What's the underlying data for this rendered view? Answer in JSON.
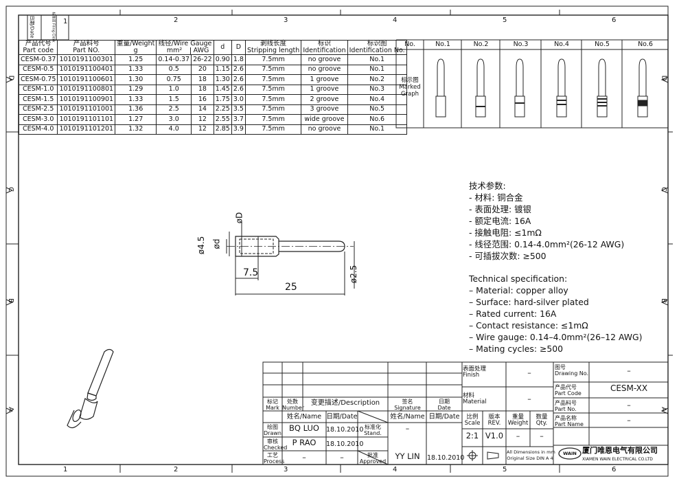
{
  "zone_columns": [
    "1",
    "2",
    "3",
    "4",
    "5",
    "6"
  ],
  "zone_rows": [
    "D",
    "C",
    "B",
    "A"
  ],
  "stamp": {
    "date_label": "日期/Date",
    "filing_label": "标准员 Filing Clerk"
  },
  "table": {
    "headers": [
      {
        "cn": "产品代号",
        "en": "Part code"
      },
      {
        "cn": "产品料号",
        "en": "Part NO."
      },
      {
        "cn": "重量/Weight",
        "en": "g"
      },
      {
        "cn": "线径/Wire Gauge",
        "en": "mm²",
        "en2": "AWG"
      },
      {
        "cn": "",
        "en": "d"
      },
      {
        "cn": "",
        "en": "D"
      },
      {
        "cn": "剥线长度",
        "en": "Stripping length"
      },
      {
        "cn": "标识",
        "en": "Identification"
      },
      {
        "cn": "标识图",
        "en": "Identification No."
      }
    ],
    "rows": [
      [
        "CESM-0.37",
        "1010191100301",
        "1.25",
        "0.14-0.37",
        "26-22",
        "0.90",
        "1.8",
        "7.5mm",
        "no groove",
        "No.1"
      ],
      [
        "CESM-0.5",
        "1010191100401",
        "1.33",
        "0.5",
        "20",
        "1.15",
        "2.6",
        "7.5mm",
        "no groove",
        "No.1"
      ],
      [
        "CESM-0.75",
        "1010191100601",
        "1.30",
        "0.75",
        "18",
        "1.30",
        "2.6",
        "7.5mm",
        "1 groove",
        "No.2"
      ],
      [
        "CESM-1.0",
        "1010191100801",
        "1.29",
        "1.0",
        "18",
        "1.45",
        "2.6",
        "7.5mm",
        "1 groove",
        "No.3"
      ],
      [
        "CESM-1.5",
        "1010191100901",
        "1.33",
        "1.5",
        "16",
        "1.75",
        "3.0",
        "7.5mm",
        "2 groove",
        "No.4"
      ],
      [
        "CESM-2.5",
        "1010191101001",
        "1.36",
        "2.5",
        "14",
        "2.25",
        "3.5",
        "7.5mm",
        "3 groove",
        "No.5"
      ],
      [
        "CESM-3.0",
        "1010191101101",
        "1.27",
        "3.0",
        "12",
        "2.55",
        "3.7",
        "7.5mm",
        "wide groove",
        "No.6"
      ],
      [
        "CESM-4.0",
        "1010191101201",
        "1.32",
        "4.0",
        "12",
        "2.85",
        "3.9",
        "7.5mm",
        "no groove",
        "No.1"
      ]
    ]
  },
  "graph": {
    "no_label": "No.",
    "columns": [
      "No.1",
      "No.2",
      "No.3",
      "No.4",
      "No.5",
      "No.6"
    ],
    "marked_cn": "标示图",
    "marked_en1": "Marked",
    "marked_en2": "Graph"
  },
  "drawing": {
    "dim_D": "øD",
    "dim_d": "ød",
    "dim_45": "ø4.5",
    "dim_75": "7.5",
    "dim_25": "25",
    "dim_25b": "ø2.5"
  },
  "spec_cn": {
    "title": "技术参数:",
    "lines": [
      "- 材料: 铜合金",
      "- 表面处理: 镀银",
      "- 额定电流: 16A",
      "- 接触电阻: ≤1mΩ",
      "- 线径范围: 0.14-4.0mm²(26-12 AWG)",
      "- 可插拔次数: ≥500"
    ]
  },
  "spec_en": {
    "title": "Technical specification:",
    "lines": [
      "– Material: copper alloy",
      "– Surface: hard-silver plated",
      "– Rated current: 16A",
      "– Contact resistance: ≤1mΩ",
      "– Wire gauge: 0.14–4.0mm²(26–12 AWG)",
      "– Mating cycles: ≥500"
    ]
  },
  "title_block": {
    "mark_cn": "标记",
    "mark_en": "Mark",
    "number_cn": "处数",
    "number_en": "Number",
    "desc": "变更描述/Description",
    "sig_cn": "签名",
    "sig_en": "Signature",
    "date_cn": "日期",
    "date_en": "Date",
    "name_date": "姓名/Name",
    "date_col": "日期/Date",
    "drawn_cn": "绘图",
    "drawn_en": "Drawn",
    "drawn_name": "BQ LUO",
    "drawn_date": "18.10.2010",
    "checked_cn": "审核",
    "checked_en": "Checked",
    "checked_name": "P RAO",
    "checked_date": "18.10.2010",
    "process_cn": "工艺",
    "process_en": "Process",
    "process_name": "–",
    "process_date": "–",
    "stand_cn": "标准化",
    "stand_en": "Stand.",
    "stand_val": "–",
    "approved_cn": "批准",
    "approved_en": "Approved",
    "approved_name": "YY LIN",
    "approved_date": "18.10.2010",
    "finish_cn": "表面处理",
    "finish_en": "Finish",
    "finish_val": "–",
    "material_cn": "材料",
    "material_en": "Material",
    "material_val": "–",
    "scale_cn": "比例",
    "scale_en": "Scale",
    "scale_val": "2:1",
    "rev_cn": "版本",
    "rev_en": "REV.",
    "rev_val": "V1.0",
    "weight_cn": "重量",
    "weight_en": "Weight",
    "weight_val": "–",
    "qty_cn": "数量",
    "qty_en": "Qty.",
    "qty_val": "–",
    "dims_note1": "All Dimensions in mm",
    "dims_note2": "Original Size DIN A 4",
    "drawing_no_cn": "图号",
    "drawing_no_en": "Drawing No.",
    "drawing_no_val": "–",
    "part_code_cn": "产品代号",
    "part_code_en": "Part Code",
    "part_code_val": "CESM-XX",
    "part_no_cn": "产品料号",
    "part_no_en": "Part No.",
    "part_no_val": "–",
    "part_name_cn": "产品名称",
    "part_name_en": "Part Name",
    "part_name_val": "–",
    "logo": "WAIN",
    "company_cn": "厦门唯恩电气有限公司",
    "company_en": "XIAMEN WAIN ELECTRICAL CO.LTD"
  }
}
